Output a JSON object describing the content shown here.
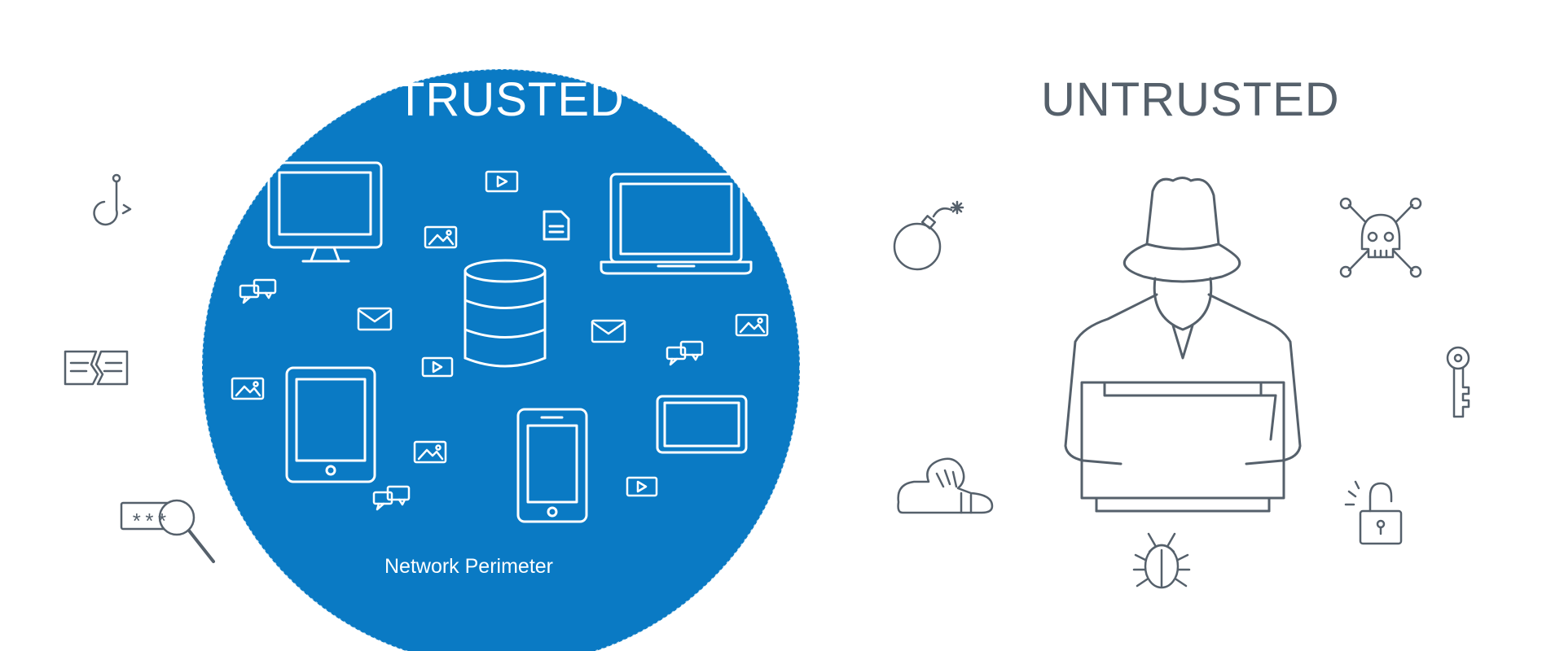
{
  "trusted_zone": {
    "heading": "TRUSTED",
    "perimeter_label": "Network Perimeter",
    "color": "#0a7ac4",
    "items": [
      "desktop-icon",
      "laptop-icon",
      "database-icon",
      "tablet-icon",
      "smartphone-icon",
      "landscape-tablet-icon",
      "email-icon",
      "chat-icon",
      "image-icon",
      "video-icon",
      "document-icon"
    ]
  },
  "untrusted_zone": {
    "heading": "UNTRUSTED",
    "color": "#55606b",
    "items": [
      "hacker-icon",
      "bomb-icon",
      "skull-crossbones-icon",
      "key-icon",
      "worm-icon",
      "bug-icon",
      "unlocked-padlock-icon"
    ]
  },
  "outside_icons": [
    "phishing-hook-icon",
    "torn-card-icon",
    "password-search-icon"
  ],
  "password_field_text": "***"
}
